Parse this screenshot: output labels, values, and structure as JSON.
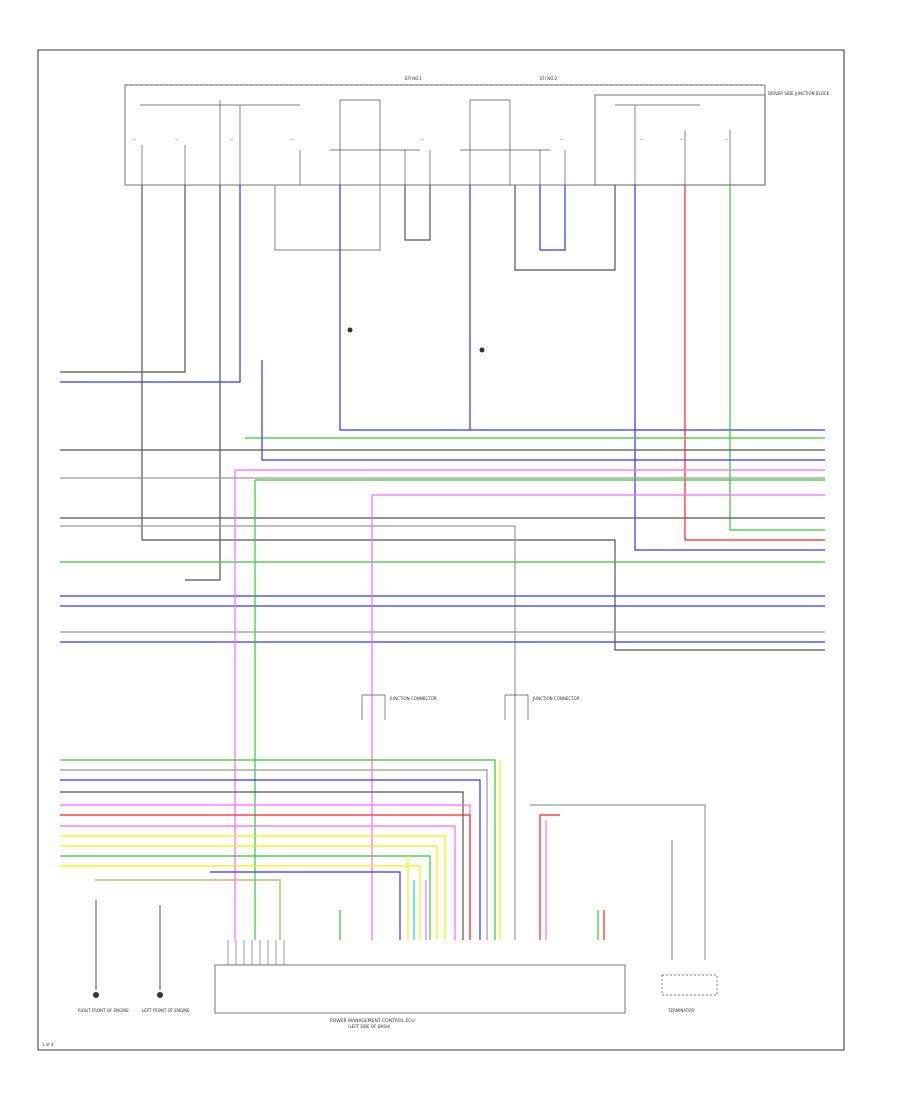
{
  "diagram": {
    "fuse_box_label": "DRIVER SIDE JUNCTION BLOCK",
    "relay_labels": [
      "EFI NO.1",
      "EFI NO.2"
    ],
    "module_label": "POWER MANAGEMENT CONTROL ECU",
    "module_sublabel": "(LEFT SIDE OF DASH)",
    "ground_labels": [
      "RIGHT FRONT OF ENGINE",
      "LEFT FRONT OF ENGINE"
    ],
    "connector_labels": [
      "JUNCTION CONNECTOR",
      "JUNCTION CONNECTOR"
    ],
    "bottom_right_label": "TERMINATOR",
    "footer": "1 of 4",
    "colors": {
      "black": "#555555",
      "gray": "#999999",
      "blue": "#3333ff",
      "green": "#33cc33",
      "pink": "#ff66ff",
      "red": "#ff2222",
      "yellow": "#f2f200",
      "cyan": "#00dddd",
      "tan": "#c8a060"
    }
  }
}
